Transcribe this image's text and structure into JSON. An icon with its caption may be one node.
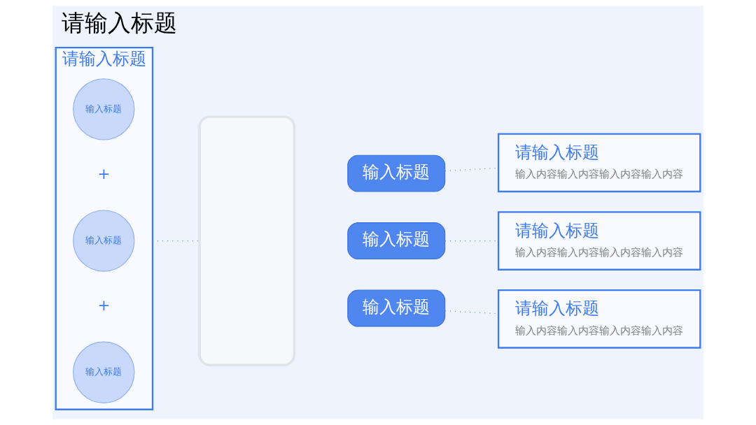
{
  "diagram": {
    "title": "请输入标题",
    "nodes": [
      {
        "text": [
          "请输入标题"
        ]
      },
      {
        "text": [
          "输入标题"
        ],
        "in": 0
      },
      {
        "text": [
          "输入标题"
        ],
        "in": 0
      },
      {
        "text": [
          "输入标题"
        ],
        "in": 0
      },
      {
        "text": [],
        "shape": "box"
      },
      {
        "text": [
          "输入标题"
        ]
      },
      {
        "text": [
          "输入标题"
        ]
      },
      {
        "text": [
          "输入标题"
        ]
      },
      {
        "text": [
          "请输入标题",
          "输入内容输入内容输入内容输入内容"
        ]
      },
      {
        "text": [
          "请输入标题",
          "输入内容输入内容输入内容输入内容"
        ]
      },
      {
        "text": [
          "请输入标题",
          "输入内容输入内容输入内容输入内容"
        ]
      }
    ],
    "edges": [
      {
        "from": 0,
        "to": 4,
        "arrow": "none",
        "style": "dashed"
      },
      {
        "from": 5,
        "to": 8,
        "arrow": "none",
        "style": "dashed"
      },
      {
        "from": 6,
        "to": 9,
        "arrow": "none",
        "style": "dashed"
      },
      {
        "from": 7,
        "to": 10,
        "arrow": "none",
        "style": "dashed"
      }
    ],
    "labels": [
      "+",
      "+"
    ]
  }
}
